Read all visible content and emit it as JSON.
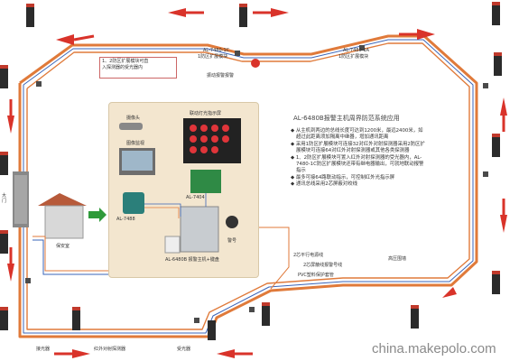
{
  "diagram": {
    "colors": {
      "fence_wire": "#e07a3a",
      "fence_wire_inner": "#3a64b8",
      "red_arrow": "#d9332a",
      "green_arrow": "#2f9a3a",
      "panel_bg": "#f3e6cf"
    },
    "labels": {
      "top_module_1": "AL-7480-1C",
      "top_module_1_sub": "1防区扩展模块",
      "top_module_2": "AL-7480-1A",
      "top_module_2_sub": "1防区扩展模块",
      "alarm_light": "振动报警报警",
      "camera": "摄像头",
      "image_monitor": "图像监视",
      "display_panel": "联动灯光指示屏",
      "al7488": "AL-7488",
      "al7404": "AL-7404",
      "siren": "警号",
      "host": "AL-6480B 报警主机+键盘",
      "guard_room": "保安室",
      "gate": "大门",
      "wire1": "2芯平行电源线",
      "wire2": "2芯屏蔽线报警号线",
      "wire3": "PVC塑料保护套管",
      "high_voltage": "高压围墙",
      "bottom_1": "接光器",
      "bottom_2": "红外对射探测器",
      "bottom_3": "受光器"
    },
    "infobox": "1、2防区扩展模块可直\n入探测器的受光器内",
    "title": "AL-6480B报警主机周界防范系统应用",
    "bullets": [
      "从主机到两边的总线长度可达到1200米，最远2400米，如超过此距离须加隔离中继器，增加通讯距离",
      "采用1防区扩展模块可连接32对红外对射探测器采用2防区扩展模块可连接64对红外对射探测器或其他各类探测器",
      "1、2防区扩展模块可置入红外对射探测器的受光器内，AL-7480-1C防区扩展模块还带有继电器输出，可就地联动报警指示",
      "最多可接64路联动指示，可控制红外光指示屏",
      "通讯总线采用2芯屏蔽对绞线"
    ],
    "watermark": "china.makepolo.com"
  }
}
